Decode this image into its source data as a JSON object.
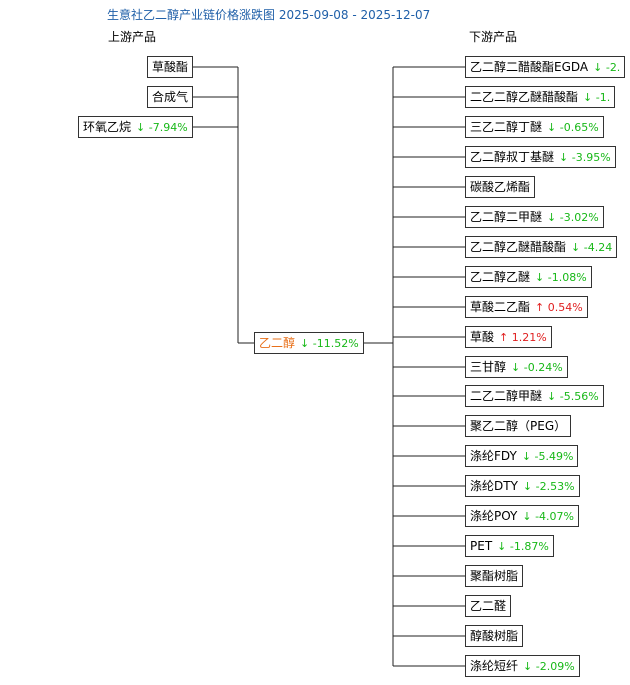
{
  "title": "生意社乙二醇产业链价格涨跌图 2025-09-08 - 2025-12-07",
  "upstream_heading": "上游产品",
  "downstream_heading": "下游产品",
  "colors": {
    "down": "#18b818",
    "up": "#e02020",
    "center": "#e8701a",
    "title": "#1f5fa8"
  },
  "icons": {
    "down": "arrow-down-icon",
    "up": "arrow-up-icon"
  },
  "arrows": {
    "down": "↓",
    "up": "↑"
  },
  "center": {
    "name": "乙二醇",
    "change": "-11.52%",
    "dir": "down"
  },
  "upstream": [
    {
      "name": "草酸酯",
      "change": "",
      "dir": ""
    },
    {
      "name": "合成气",
      "change": "",
      "dir": ""
    },
    {
      "name": "环氧乙烷",
      "change": "-7.94%",
      "dir": "down"
    }
  ],
  "downstream": [
    {
      "name": "乙二醇二醋酸酯EGDA",
      "change": "-2.",
      "dir": "down"
    },
    {
      "name": "二乙二醇乙醚醋酸酯",
      "change": "-1.",
      "dir": "down"
    },
    {
      "name": "三乙二醇丁醚",
      "change": "-0.65%",
      "dir": "down"
    },
    {
      "name": "乙二醇叔丁基醚",
      "change": "-3.95%",
      "dir": "down"
    },
    {
      "name": "碳酸乙烯酯",
      "change": "",
      "dir": ""
    },
    {
      "name": "乙二醇二甲醚",
      "change": "-3.02%",
      "dir": "down"
    },
    {
      "name": "乙二醇乙醚醋酸酯",
      "change": "-4.24",
      "dir": "down"
    },
    {
      "name": "乙二醇乙醚",
      "change": "-1.08%",
      "dir": "down"
    },
    {
      "name": "草酸二乙酯",
      "change": "0.54%",
      "dir": "up"
    },
    {
      "name": "草酸",
      "change": "1.21%",
      "dir": "up"
    },
    {
      "name": "三甘醇",
      "change": "-0.24%",
      "dir": "down"
    },
    {
      "name": "二乙二醇甲醚",
      "change": "-5.56%",
      "dir": "down"
    },
    {
      "name": "聚乙二醇（PEG）",
      "change": "",
      "dir": ""
    },
    {
      "name": "涤纶FDY",
      "change": "-5.49%",
      "dir": "down"
    },
    {
      "name": "涤纶DTY",
      "change": "-2.53%",
      "dir": "down"
    },
    {
      "name": "涤纶POY",
      "change": "-4.07%",
      "dir": "down"
    },
    {
      "name": "PET",
      "change": "-1.87%",
      "dir": "down"
    },
    {
      "name": "聚酯树脂",
      "change": "",
      "dir": ""
    },
    {
      "name": "乙二醛",
      "change": "",
      "dir": ""
    },
    {
      "name": "醇酸树脂",
      "change": "",
      "dir": ""
    },
    {
      "name": "涤纶短纤",
      "change": "-2.09%",
      "dir": "down"
    }
  ]
}
